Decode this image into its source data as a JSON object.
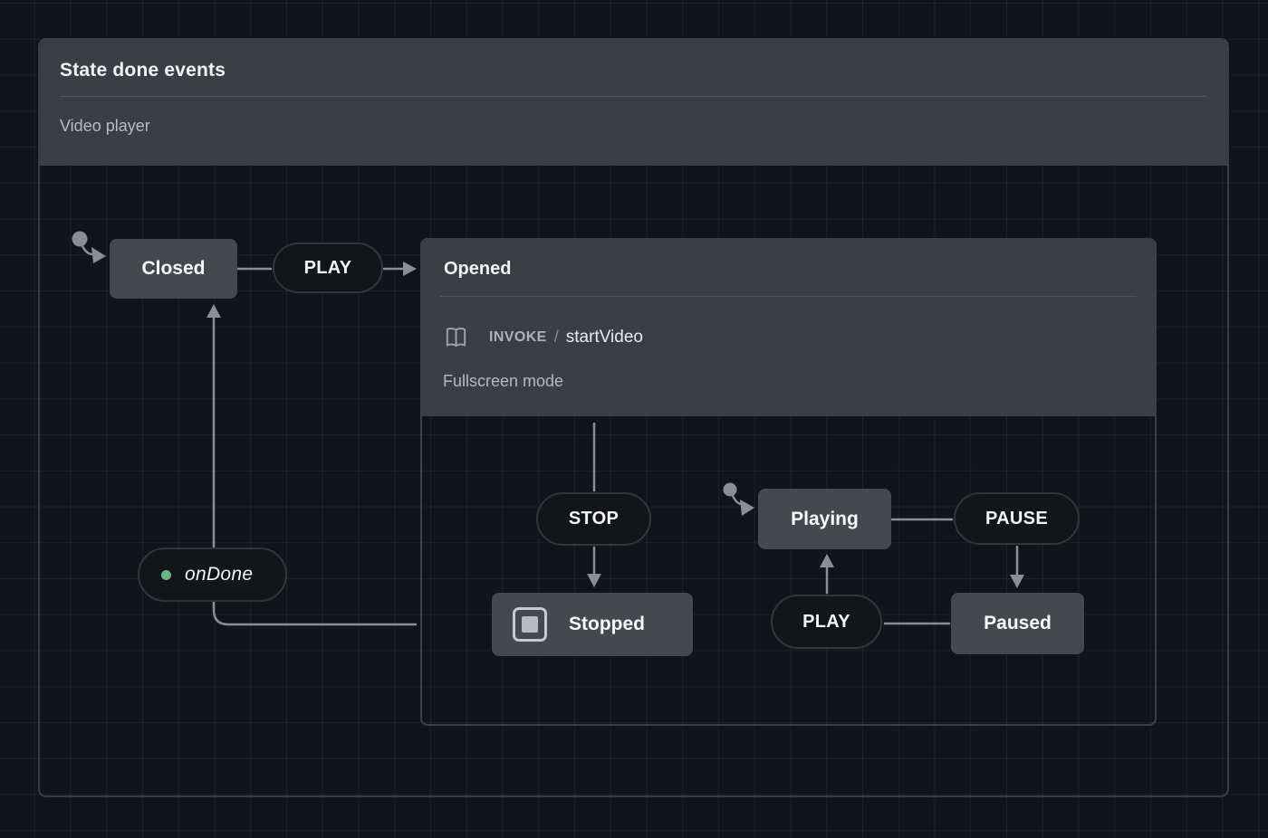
{
  "panel": {
    "title": "State done events",
    "subtitle": "Video player"
  },
  "states": {
    "closed": {
      "label": "Closed"
    },
    "opened": {
      "label": "Opened",
      "invoke_keyword": "INVOKE",
      "invoke_separator": "/",
      "invoke_service": "startVideo",
      "description": "Fullscreen mode"
    },
    "playing": {
      "label": "Playing"
    },
    "paused": {
      "label": "Paused"
    },
    "stopped": {
      "label": "Stopped",
      "is_final": true
    }
  },
  "transitions": [
    {
      "from": "Closed",
      "event": "PLAY",
      "to": "Opened"
    },
    {
      "from": "Opened",
      "event": "STOP",
      "to": "Stopped"
    },
    {
      "from": "Playing",
      "event": "PAUSE",
      "to": "Paused"
    },
    {
      "from": "Paused",
      "event": "PLAY",
      "to": "Playing"
    },
    {
      "from": "Opened",
      "event": "onDone",
      "to": "Closed"
    },
    {
      "initial": true,
      "to": "Closed"
    },
    {
      "initial": true,
      "to": "Playing"
    }
  ],
  "icons": {
    "invoke": "open-book-icon",
    "final_state": "square-in-square-icon",
    "initial_state": "initial-state-arrow-icon",
    "ondone_marker": "green-dot-icon"
  },
  "colors": {
    "canvas_bg": "#131419",
    "grid_line": "#24262b",
    "panel_header_bg": "#3b3e45",
    "node_bg": "#45484f",
    "event_pill_bg": "#141519",
    "event_pill_border": "#32353b",
    "edge": "#8b8e95",
    "text_primary": "#f2f3f5",
    "text_muted": "#b9bbc1",
    "done_green": "#5dba8b"
  }
}
